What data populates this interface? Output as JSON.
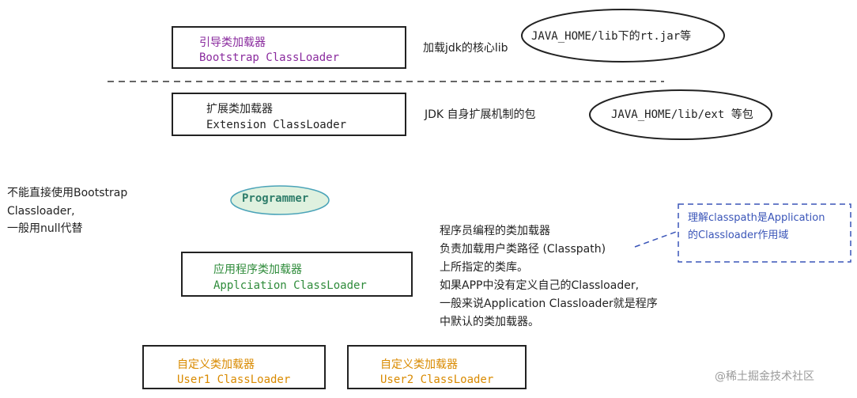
{
  "bootstrap": {
    "cn": "引导类加载器",
    "en": "Bootstrap ClassLoader",
    "desc": "加载jdk的核心lib",
    "path": "JAVA_HOME/lib下的rt.jar等"
  },
  "extension": {
    "cn": "扩展类加载器",
    "en": "Extension ClassLoader",
    "desc": "JDK 自身扩展机制的包",
    "path": "JAVA_HOME/lib/ext 等包"
  },
  "note_left": [
    "不能直接使用Bootstrap",
    " Classloader,",
    "一般用null代替"
  ],
  "programmer_label": "Programmer",
  "application": {
    "cn": "应用程序类加载器",
    "en": "Applciation ClassLoader",
    "desc": [
      "程序员编程的类加载器",
      "负责加载用户类路径 (Classpath)",
      "上所指定的类库。",
      "如果APP中没有定义自己的Classloader,",
      "一般来说Application Classloader就是程序",
      "中默认的类加载器。"
    ]
  },
  "classpath_note": [
    "理解classpath是Application",
    "的Classloader作用域"
  ],
  "user1": {
    "cn": "自定义类加载器",
    "en": "User1 ClassLoader"
  },
  "user2": {
    "cn": "自定义类加载器",
    "en": "User2 ClassLoader"
  },
  "watermark": "@稀土掘金技术社区",
  "colors": {
    "bootstrap": "#8a2b9e",
    "application": "#2e8b3a",
    "user": "#d98a00",
    "note": "#3a55b8"
  }
}
